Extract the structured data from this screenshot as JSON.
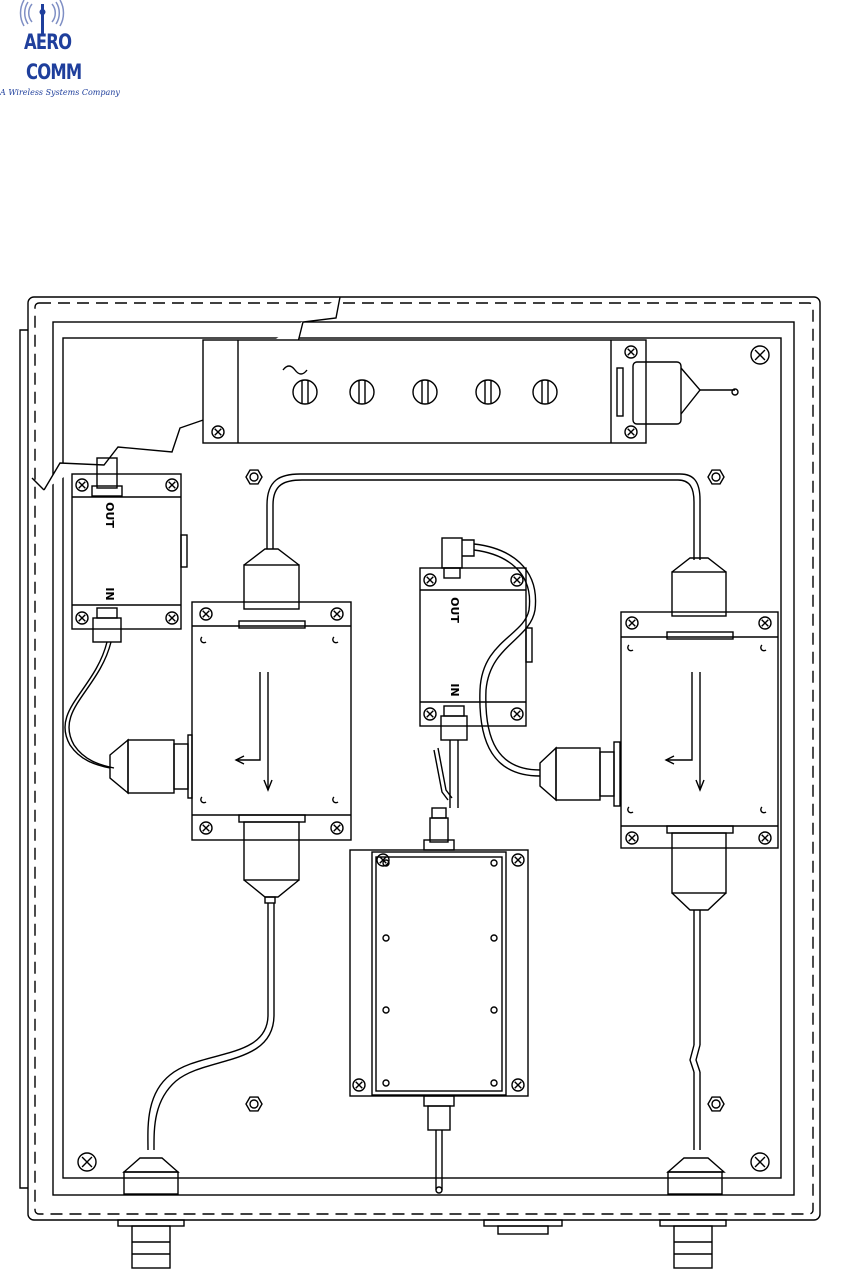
{
  "logo": {
    "line1": "AERO",
    "line2": "COMM",
    "tagline": "A Wireless Systems Company",
    "color": "#1f3f9c"
  },
  "labels": {
    "left_module_out": "OUT",
    "left_module_in": "IN",
    "center_module_out": "OUT",
    "center_module_in": "IN"
  },
  "colors": {
    "line": "#000000",
    "background": "#ffffff"
  }
}
